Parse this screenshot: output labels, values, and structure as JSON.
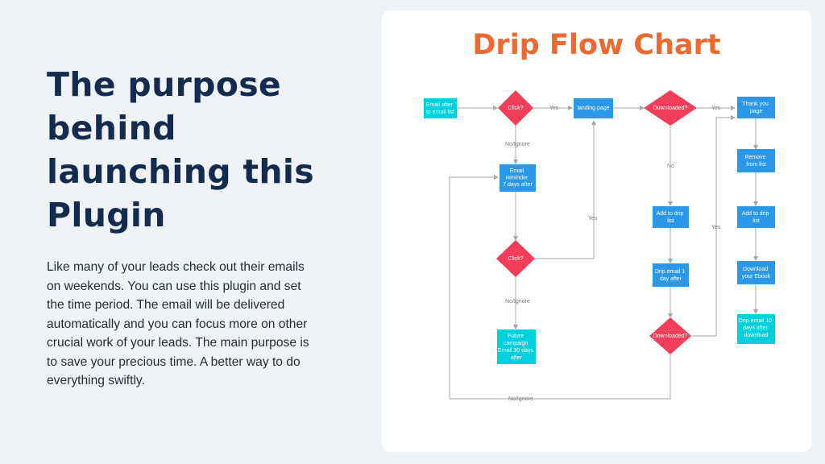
{
  "heading": "The purpose behind launching this Plugin",
  "body": "Like many of your leads check out their emails on weekends. You can use this plugin and set the time period. The email will be delivered automatically and you can focus more on other crucial work of your leads. The main purpose is to save your precious time. A better way to do everything swiftly.",
  "chart_title": "Drip Flow Chart",
  "colors": {
    "teal": "#00d0dd",
    "blue": "#2b97e8",
    "red": "#f33e5b",
    "title": "#ec6a2f",
    "heading": "#132c4d"
  },
  "nodes": {
    "start": [
      "Email after",
      "to email list"
    ],
    "click1": [
      "Click?"
    ],
    "landing": [
      "landing page"
    ],
    "downloaded1": [
      "Downloaded?"
    ],
    "thanks": [
      "Thank you",
      "page"
    ],
    "reminder": [
      "Email",
      "reminder",
      "7 days after"
    ],
    "remove": [
      "Remove",
      "from list"
    ],
    "add_drip_mid": [
      "Add to drip",
      "list"
    ],
    "add_drip_right": [
      "Add to drip",
      "list"
    ],
    "click2": [
      "Click?"
    ],
    "drip1": [
      "Drip email 1",
      "day after"
    ],
    "download_ebook": [
      "Download",
      "your Ebook"
    ],
    "drip10": [
      "Drip email 10",
      "days after",
      "download"
    ],
    "downloaded2": [
      "Downloaded?"
    ],
    "future": [
      "Future",
      "campaign",
      "Email 30 days",
      "after"
    ]
  },
  "edge_labels": {
    "yes1": "Yes",
    "yes2": "Yes",
    "noignore1": "No/Ignore",
    "no1": "No",
    "yes_click2": "Yes",
    "yes_down2": "Yes",
    "noignore2": "No/Ignore",
    "noignore_bottom": "No/Ignore"
  }
}
